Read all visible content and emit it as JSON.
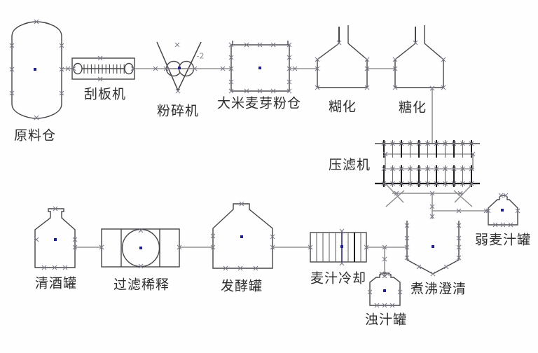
{
  "colors": {
    "background": "#fefefe",
    "line_dark": "#46464a",
    "line_black": "#1e1e1e",
    "pipe_gray": "#7d7d7d",
    "grip": "#7e7e8c",
    "insertion_point": "#1f1f8f",
    "label_text": "#2e2e2e"
  },
  "labels": {
    "raw_material_silo": "原料仓",
    "scraper_conveyor": "刮板机",
    "crusher": "粉碎机",
    "rice_malt_powder_silo": "大米麦芽粉仓",
    "gelatinization": "糊化",
    "saccharification": "糖化",
    "filter_press": "压滤机",
    "weak_wort_tank": "弱麦汁罐",
    "clear_beer_tank": "清酒罐",
    "filtration_dilution": "过滤稀释",
    "fermentation_tank": "发酵罐",
    "wort_cooling": "麦汁冷却",
    "boiling_clarification": "煮沸澄清",
    "turbid_wort_tank": "浊汁罐"
  },
  "annotations": {
    "crusher_note": "-2"
  }
}
